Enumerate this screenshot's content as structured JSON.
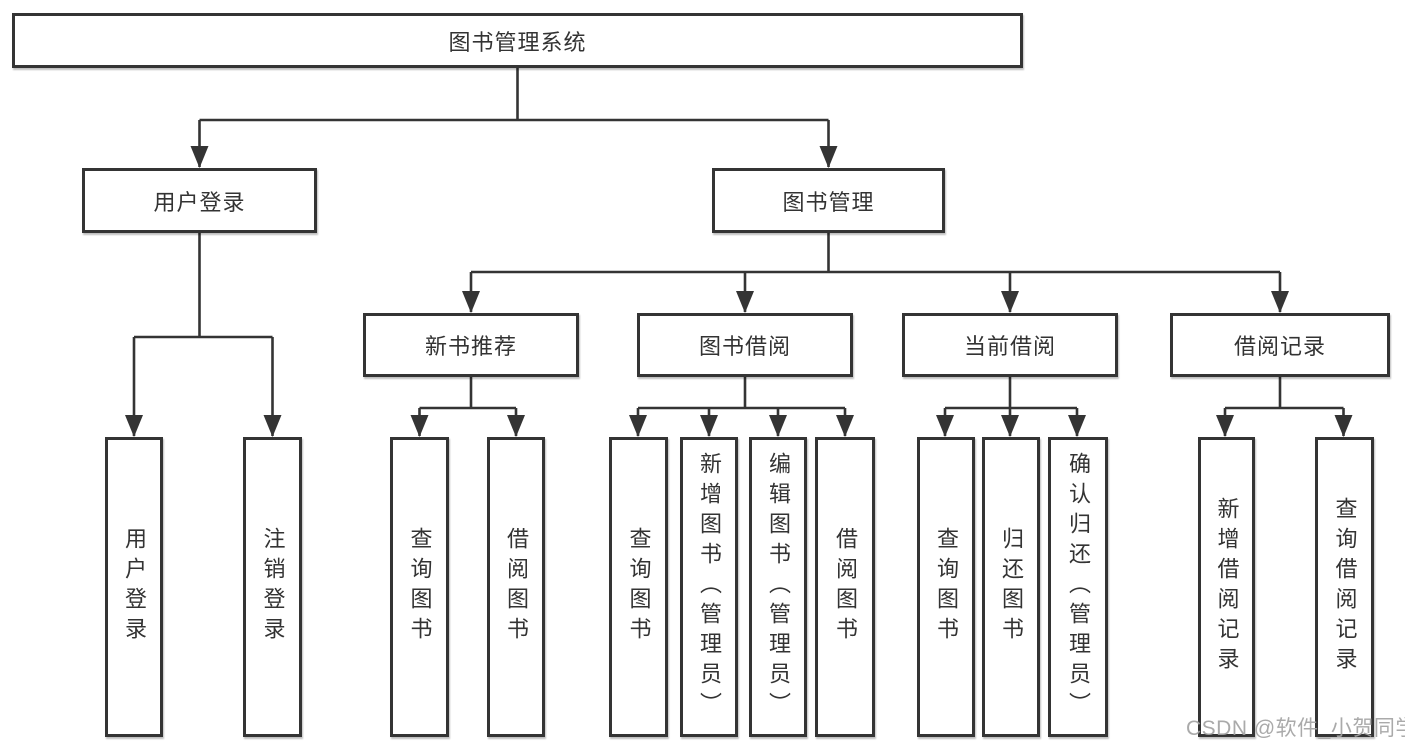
{
  "diagram": {
    "type": "hierarchy-tree",
    "root": {
      "label": "图书管理系统",
      "children": [
        {
          "label": "用户登录",
          "children": [
            {
              "label": "用户登录"
            },
            {
              "label": "注销登录"
            }
          ]
        },
        {
          "label": "图书管理",
          "children": [
            {
              "label": "新书推荐",
              "children": [
                {
                  "label": "查询图书"
                },
                {
                  "label": "借阅图书"
                }
              ]
            },
            {
              "label": "图书借阅",
              "children": [
                {
                  "label": "查询图书"
                },
                {
                  "label": "新增图书（管理员）"
                },
                {
                  "label": "编辑图书（管理员）"
                },
                {
                  "label": "借阅图书"
                }
              ]
            },
            {
              "label": "当前借阅",
              "children": [
                {
                  "label": "查询图书"
                },
                {
                  "label": "归还图书"
                },
                {
                  "label": "确认归还（管理员）"
                }
              ]
            },
            {
              "label": "借阅记录",
              "children": [
                {
                  "label": "新增借阅记录"
                },
                {
                  "label": "查询借阅记录"
                }
              ]
            }
          ]
        }
      ]
    }
  },
  "watermark": {
    "text": "CSDN @软件_小贺同学"
  },
  "colors": {
    "line": "#343434",
    "box_border": "#343434",
    "box_background": "#ffffff",
    "text": "#333333",
    "watermark": "#a3a3a3",
    "page_background": "#ffffff"
  }
}
